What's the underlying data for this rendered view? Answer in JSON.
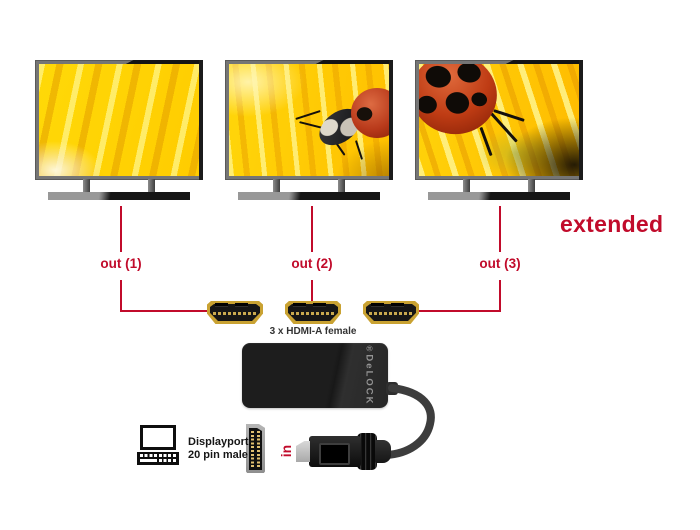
{
  "mode_label": "extended",
  "outputs": [
    {
      "label": "out (1)"
    },
    {
      "label": "out (2)"
    },
    {
      "label": "out (3)"
    }
  ],
  "connectors": {
    "hdmi_caption": "3 x HDMI-A female",
    "input_label": "in"
  },
  "source_device": {
    "line1": "Displayport",
    "line2": "20 pin male"
  },
  "adapter": {
    "brand": "DeLOCK",
    "registered": "®"
  },
  "colors": {
    "accent": "#c10b2b",
    "hdmi_gold": "#c9a232",
    "monitor_frame": "#757575",
    "adapter_black": "#1d1d1d",
    "screen_yellow": "#ffd400"
  },
  "icons": {
    "monitor-icon": "css-rect-with-stand",
    "ladybug-icon": "css-radial-circle-with-spots",
    "hdmi-port-icon": "css-gold-trapezoid",
    "displayport-male-plug-icon": "css-shapes",
    "displayport-20pin-icon": "css-shapes-with-pin-columns",
    "laptop-icon": "css-outline-shapes",
    "adapter-cable": "svg-path"
  }
}
